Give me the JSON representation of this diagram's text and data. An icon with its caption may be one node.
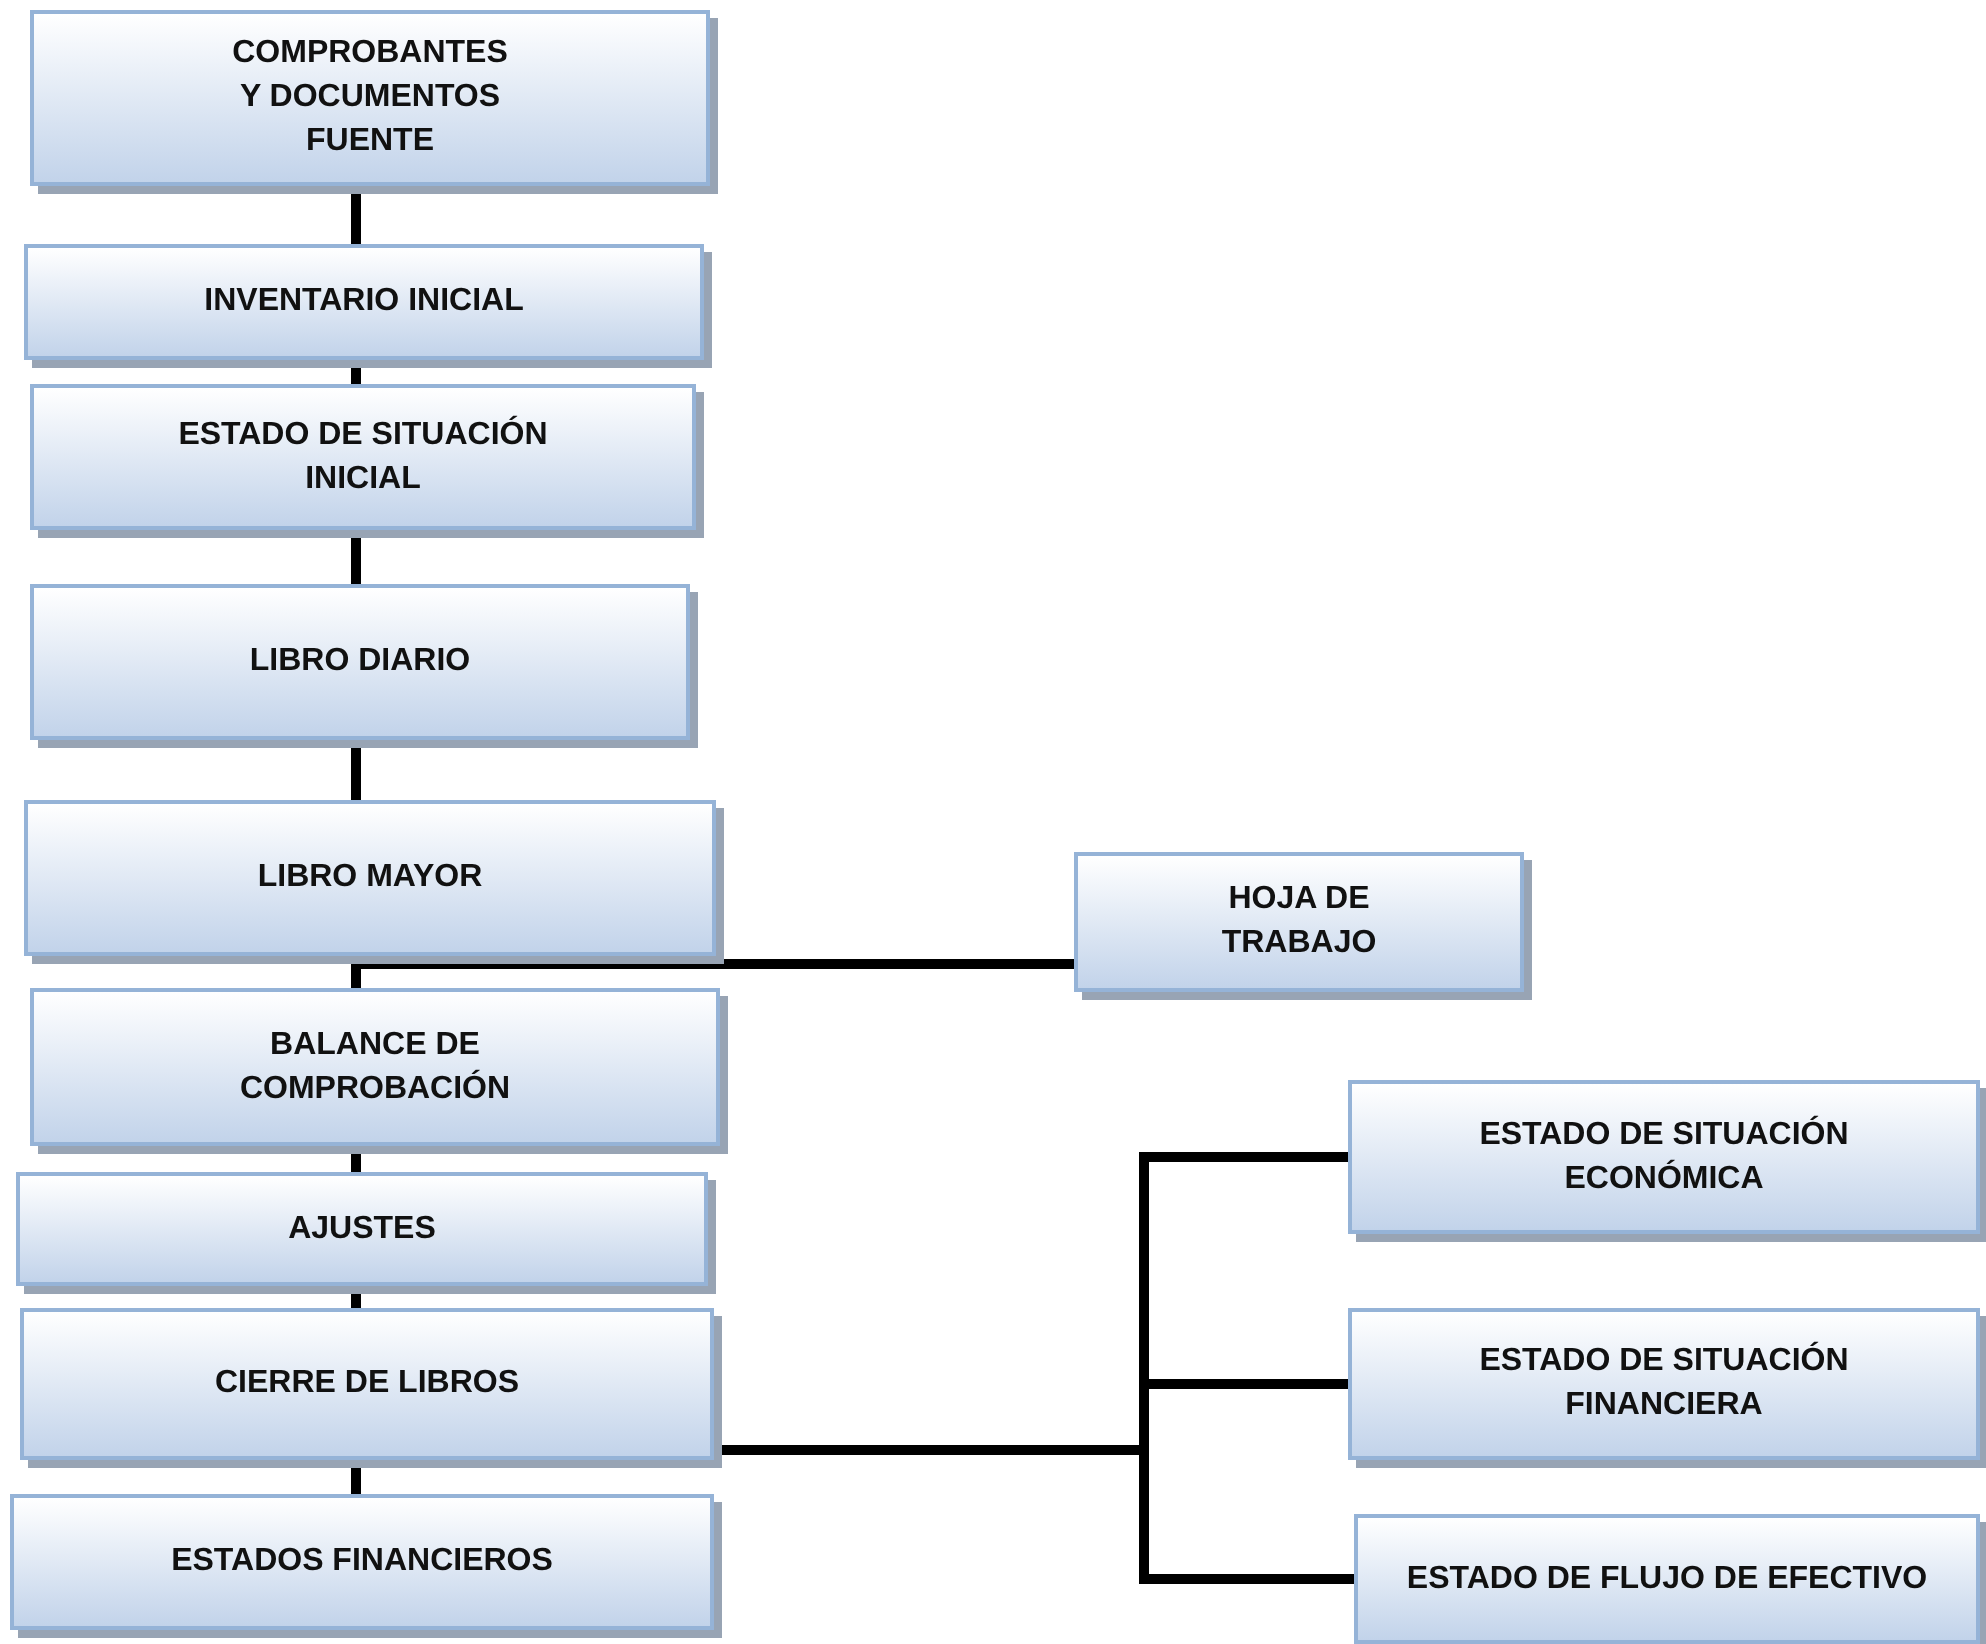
{
  "diagram": {
    "nodes": [
      {
        "text": [
          "COMPROBANTES Y DOCUMENTOS FUENTE"
        ]
      },
      {
        "text": [
          "INVENTARIO INICIAL"
        ]
      },
      {
        "text": [
          "ESTADO DE SITUACIÓN INICIAL"
        ]
      },
      {
        "text": [
          "LIBRO DIARIO"
        ]
      },
      {
        "text": [
          "LIBRO MAYOR"
        ]
      },
      {
        "text": [
          "HOJA DE TRABAJO"
        ]
      },
      {
        "text": [
          "BALANCE DE COMPROBACIÓN"
        ]
      },
      {
        "text": [
          "AJUSTES"
        ]
      },
      {
        "text": [
          "CIERRE DE LIBROS"
        ]
      },
      {
        "text": [
          "ESTADOS FINANCIEROS"
        ]
      },
      {
        "text": [
          "ESTADO DE SITUACIÓN ECONÓMICA"
        ]
      },
      {
        "text": [
          "ESTADO DE SITUACIÓN FINANCIERA"
        ]
      },
      {
        "text": [
          "ESTADO DE FLUJO DE EFECTIVO"
        ]
      }
    ],
    "edges": [
      {
        "from": 0,
        "to": 1,
        "arrow": "none"
      },
      {
        "from": 1,
        "to": 2,
        "arrow": "none"
      },
      {
        "from": 2,
        "to": 3,
        "arrow": "none"
      },
      {
        "from": 3,
        "to": 4,
        "arrow": "none"
      },
      {
        "from": 4,
        "to": 6,
        "arrow": "none"
      },
      {
        "from": 4,
        "to": 5,
        "arrow": "none"
      },
      {
        "from": 6,
        "to": 7,
        "arrow": "none"
      },
      {
        "from": 7,
        "to": 8,
        "arrow": "none"
      },
      {
        "from": 8,
        "to": 9,
        "arrow": "none"
      },
      {
        "from": 8,
        "to": 10,
        "arrow": "none"
      },
      {
        "from": 8,
        "to": 11,
        "arrow": "none"
      },
      {
        "from": 8,
        "to": 12,
        "arrow": "none"
      }
    ]
  }
}
